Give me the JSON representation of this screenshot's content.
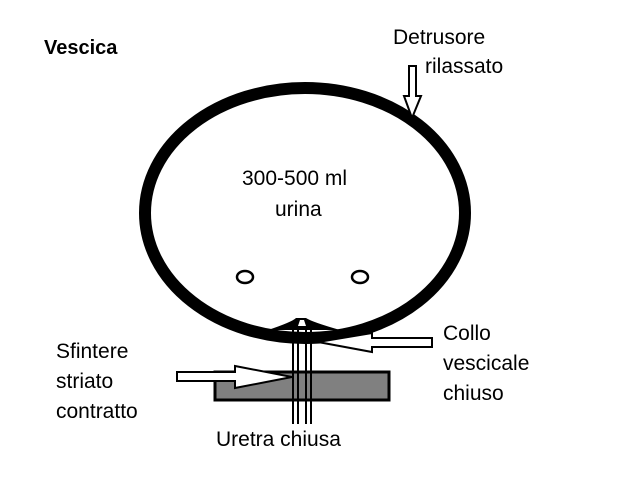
{
  "title": "Vescica",
  "labels": {
    "detrusore_line1": "Detrusore",
    "detrusore_line2": "rilassato",
    "volume_line1": "300-500 ml",
    "volume_line2": "urina",
    "collo_line1": "Collo",
    "collo_line2": "vescicale",
    "collo_line3": "chiuso",
    "sfintere_line1": "Sfintere",
    "sfintere_line2": "striato",
    "sfintere_line3": "contratto",
    "uretra": "Uretra chiusa"
  },
  "colors": {
    "wall": "#000000",
    "sphincter_fill": "#808080",
    "background": "#ffffff",
    "arrow_fill": "#ffffff"
  }
}
